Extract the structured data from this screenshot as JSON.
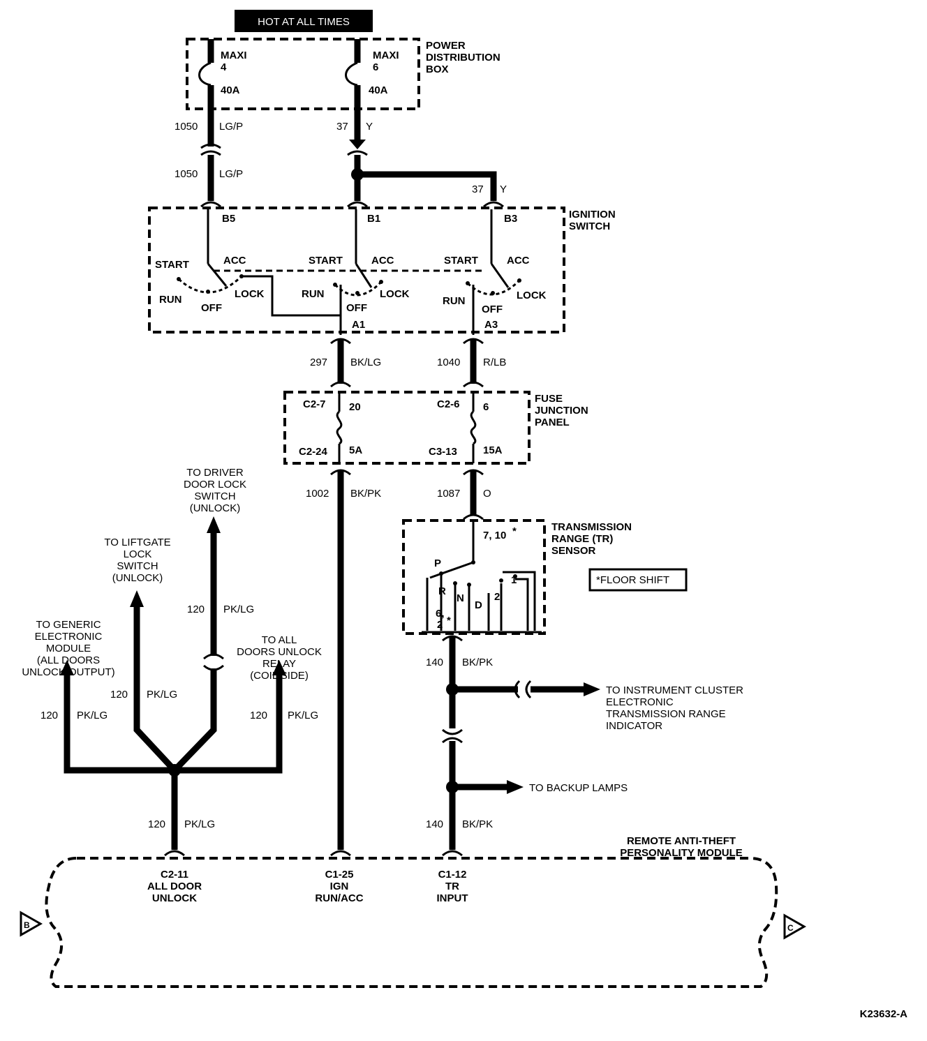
{
  "header": {
    "hot_label": "HOT AT ALL TIMES"
  },
  "pdb": {
    "title": [
      "POWER",
      "DISTRIBUTION",
      "BOX"
    ],
    "fuse1": {
      "name": "MAXI",
      "num": "4",
      "amp": "40A"
    },
    "fuse2": {
      "name": "MAXI",
      "num": "6",
      "amp": "40A"
    }
  },
  "wires": {
    "w1050a": {
      "num": "1050",
      "color": "LG/P"
    },
    "w1050b": {
      "num": "1050",
      "color": "LG/P"
    },
    "w37a": {
      "num": "37",
      "color": "Y"
    },
    "w37b": {
      "num": "37",
      "color": "Y"
    },
    "w297": {
      "num": "297",
      "color": "BK/LG"
    },
    "w1040": {
      "num": "1040",
      "color": "R/LB"
    },
    "w1002": {
      "num": "1002",
      "color": "BK/PK"
    },
    "w1087": {
      "num": "1087",
      "color": "O"
    },
    "w140a": {
      "num": "140",
      "color": "BK/PK"
    },
    "w140b": {
      "num": "140",
      "color": "BK/PK"
    },
    "w120_center": {
      "num": "120",
      "color": "PK/LG"
    },
    "w120_left": {
      "num": "120",
      "color": "PK/LG"
    },
    "w120_ll": {
      "num": "120",
      "color": "PK/LG"
    },
    "w120_driver": {
      "num": "120",
      "color": "PK/LG"
    },
    "w120_right": {
      "num": "120",
      "color": "PK/LG"
    }
  },
  "ignition": {
    "title": [
      "IGNITION",
      "SWITCH"
    ],
    "pins": {
      "b5": "B5",
      "b1": "B1",
      "b3": "B3",
      "a1": "A1",
      "a3": "A3"
    },
    "positions": {
      "start": "START",
      "acc": "ACC",
      "run": "RUN",
      "off": "OFF",
      "lock": "LOCK"
    }
  },
  "fjp": {
    "title": [
      "FUSE",
      "JUNCTION",
      "PANEL"
    ],
    "f20": {
      "top": "C2-7",
      "num": "20",
      "bottom": "C2-24",
      "amp": "5A"
    },
    "f6": {
      "top": "C2-6",
      "num": "6",
      "bottom": "C3-13",
      "amp": "15A"
    }
  },
  "tr": {
    "title": [
      "TRANSMISSION",
      "RANGE (TR)",
      "SENSOR"
    ],
    "pin_top": "7, 10",
    "pin_top_mark": "*",
    "pin_bottom": [
      "6,",
      "2"
    ],
    "pin_bottom_mark": "*",
    "positions": {
      "p": "P",
      "r": "R",
      "n": "N",
      "d": "D",
      "two": "2",
      "one": "1"
    }
  },
  "note": {
    "floor_shift": "*FLOOR SHIFT"
  },
  "destinations": {
    "driver_lock": [
      "TO DRIVER",
      "DOOR LOCK",
      "SWITCH",
      "(UNLOCK)"
    ],
    "liftgate": [
      "TO LIFTGATE",
      "LOCK",
      "SWITCH",
      "(UNLOCK)"
    ],
    "generic": [
      "TO GENERIC",
      "ELECTRONIC",
      "MODULE",
      "(ALL DOORS",
      "UNLOCK OUTPUT)"
    ],
    "all_doors": [
      "TO ALL",
      "DOORS UNLOCK",
      "RELAY",
      "(COIL SIDE)"
    ],
    "cluster": [
      "TO INSTRUMENT CLUSTER",
      "ELECTRONIC",
      "TRANSMISSION RANGE",
      "INDICATOR"
    ],
    "backup": "TO BACKUP LAMPS"
  },
  "module": {
    "title": [
      "REMOTE ANTI-THEFT",
      "PERSONALITY MODULE"
    ],
    "pin1": [
      "C2-11",
      "ALL DOOR",
      "UNLOCK"
    ],
    "pin2": [
      "C1-25",
      "IGN",
      "RUN/ACC"
    ],
    "pin3": [
      "C1-12",
      "TR",
      "INPUT"
    ],
    "ref_b": "B",
    "ref_c": "C"
  },
  "doc_id": "K23632-A"
}
